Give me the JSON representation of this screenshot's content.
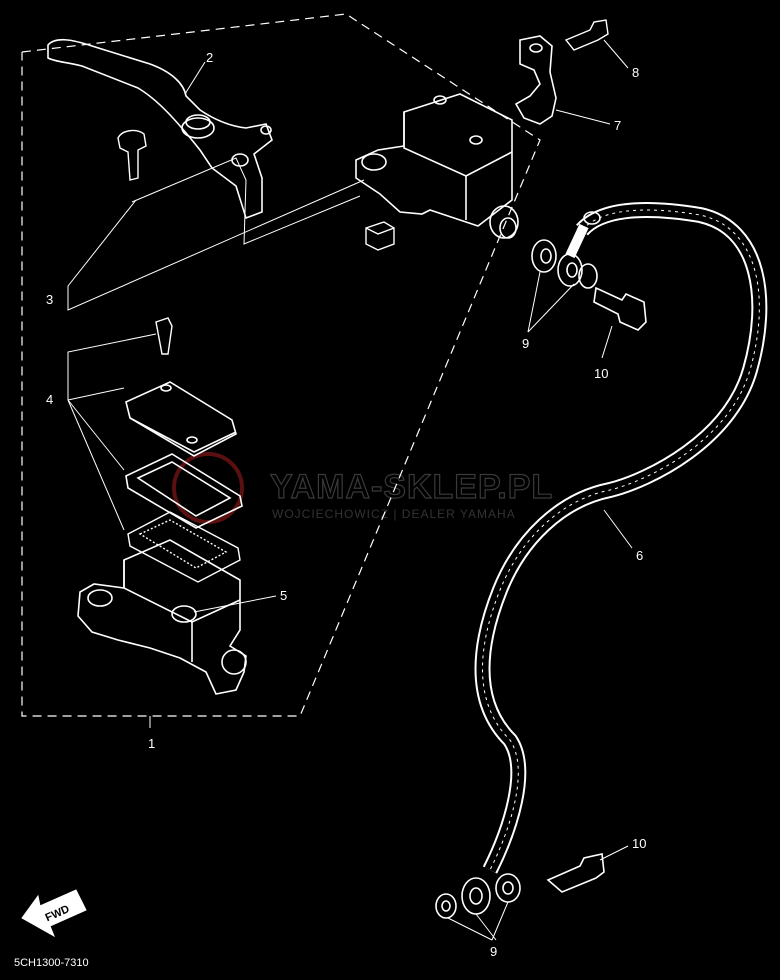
{
  "diagram": {
    "callouts": [
      {
        "id": "1",
        "text": "1"
      },
      {
        "id": "2",
        "text": "2"
      },
      {
        "id": "3",
        "text": "3"
      },
      {
        "id": "4",
        "text": "4"
      },
      {
        "id": "5",
        "text": "5"
      },
      {
        "id": "6",
        "text": "6"
      },
      {
        "id": "7",
        "text": "7"
      },
      {
        "id": "8",
        "text": "8"
      },
      {
        "id": "9a",
        "text": "9"
      },
      {
        "id": "9b",
        "text": "9"
      },
      {
        "id": "10a",
        "text": "10"
      },
      {
        "id": "10b",
        "text": "10"
      }
    ],
    "part_code": "5CH1300-7310",
    "fwd_label": "FWD",
    "watermark": {
      "title": "YAMA-SKLEP.PL",
      "subtitle": "WOJCIECHOWICZ | DEALER YAMAHA"
    }
  }
}
